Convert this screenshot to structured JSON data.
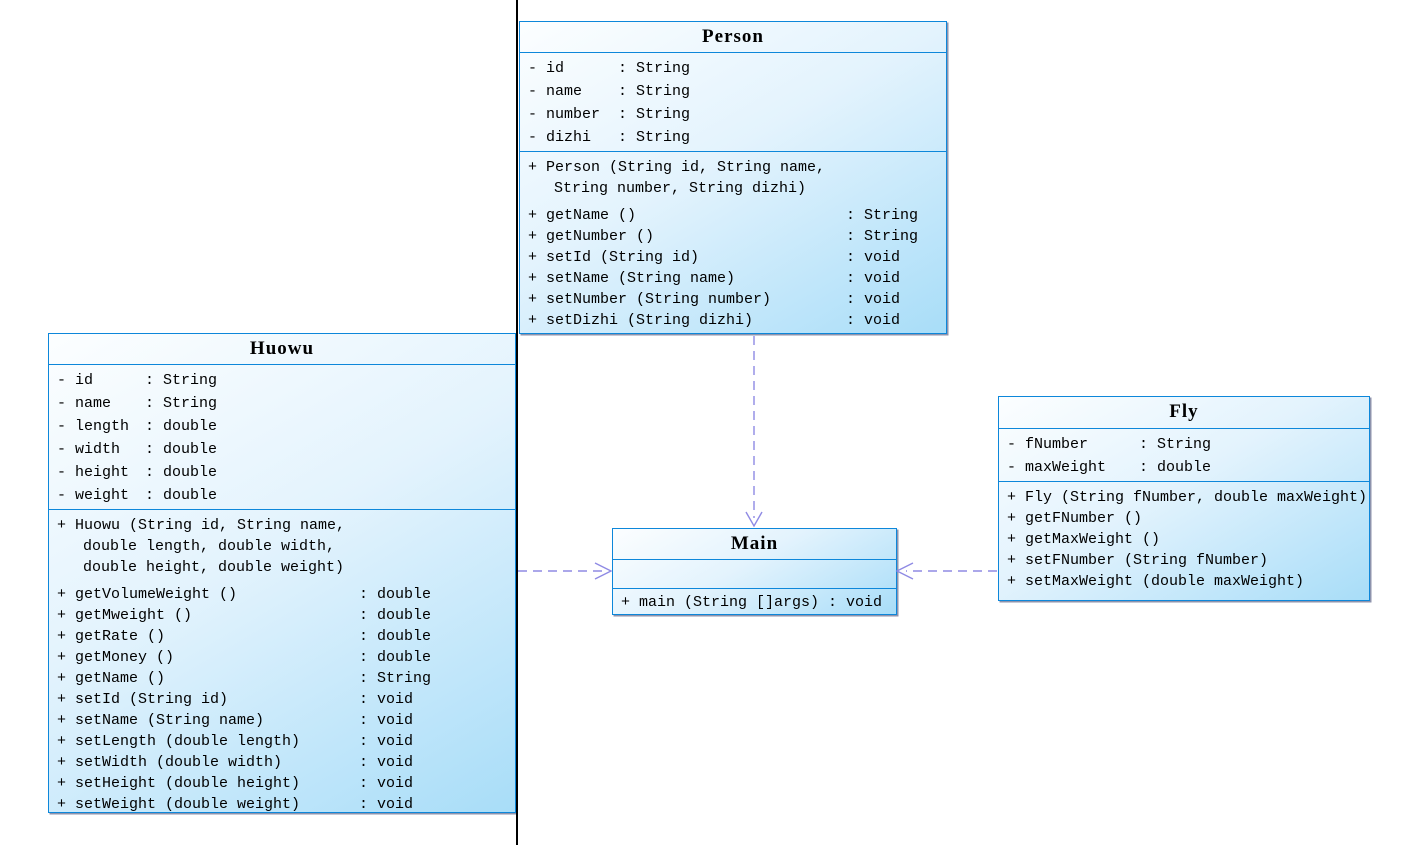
{
  "diagram": {
    "background_color": "#ffffff",
    "box_border_color": "#0d87da",
    "box_fill_light": "#fcfeff",
    "box_fill_dark": "#a8ddf8",
    "arrow_color": "#8f8ae4",
    "page_line_color": "#000000"
  },
  "classes": [
    {
      "id": "person",
      "title": "Person",
      "attributes": [
        {
          "vis": "-",
          "name": "id",
          "type": "String"
        },
        {
          "vis": "-",
          "name": "name",
          "type": "String"
        },
        {
          "vis": "-",
          "name": "number",
          "type": "String"
        },
        {
          "vis": "-",
          "name": "dizhi",
          "type": "String"
        }
      ],
      "methods": [
        {
          "vis": "+",
          "lines": [
            "Person (String id, String name,",
            "String number, String dizhi)"
          ],
          "returns": ""
        },
        {
          "vis": "+",
          "lines": [
            "getName ()"
          ],
          "returns": "String"
        },
        {
          "vis": "+",
          "lines": [
            "getNumber ()"
          ],
          "returns": "String"
        },
        {
          "vis": "+",
          "lines": [
            "setId (String id)"
          ],
          "returns": "void"
        },
        {
          "vis": "+",
          "lines": [
            "setName (String name)"
          ],
          "returns": "void"
        },
        {
          "vis": "+",
          "lines": [
            "setNumber (String number)"
          ],
          "returns": "void"
        },
        {
          "vis": "+",
          "lines": [
            "setDizhi (String dizhi)"
          ],
          "returns": "void"
        }
      ]
    },
    {
      "id": "huowu",
      "title": "Huowu",
      "attributes": [
        {
          "vis": "-",
          "name": "id",
          "type": "String"
        },
        {
          "vis": "-",
          "name": "name",
          "type": "String"
        },
        {
          "vis": "-",
          "name": "length",
          "type": "double"
        },
        {
          "vis": "-",
          "name": "width",
          "type": "double"
        },
        {
          "vis": "-",
          "name": "height",
          "type": "double"
        },
        {
          "vis": "-",
          "name": "weight",
          "type": "double"
        }
      ],
      "methods": [
        {
          "vis": "+",
          "lines": [
            "Huowu (String id, String name,",
            "double length, double width,",
            "double height, double weight)"
          ],
          "returns": ""
        },
        {
          "vis": "+",
          "lines": [
            "getVolumeWeight ()"
          ],
          "returns": "double"
        },
        {
          "vis": "+",
          "lines": [
            "getMweight ()"
          ],
          "returns": "double"
        },
        {
          "vis": "+",
          "lines": [
            "getRate ()"
          ],
          "returns": "double"
        },
        {
          "vis": "+",
          "lines": [
            "getMoney ()"
          ],
          "returns": "double"
        },
        {
          "vis": "+",
          "lines": [
            "getName ()"
          ],
          "returns": "String"
        },
        {
          "vis": "+",
          "lines": [
            "setId (String id)"
          ],
          "returns": "void"
        },
        {
          "vis": "+",
          "lines": [
            "setName (String name)"
          ],
          "returns": "void"
        },
        {
          "vis": "+",
          "lines": [
            "setLength (double length)"
          ],
          "returns": "void"
        },
        {
          "vis": "+",
          "lines": [
            "setWidth (double width)"
          ],
          "returns": "void"
        },
        {
          "vis": "+",
          "lines": [
            "setHeight (double height)"
          ],
          "returns": "void"
        },
        {
          "vis": "+",
          "lines": [
            "setWeight (double weight)"
          ],
          "returns": "void"
        }
      ]
    },
    {
      "id": "fly",
      "title": "Fly",
      "attributes": [
        {
          "vis": "-",
          "name": "fNumber",
          "type": "String"
        },
        {
          "vis": "-",
          "name": "maxWeight",
          "type": "double"
        }
      ],
      "methods": [
        {
          "vis": "+",
          "lines": [
            "Fly (String fNumber, double maxWeight)"
          ],
          "returns": ""
        },
        {
          "vis": "+",
          "lines": [
            "getFNumber ()"
          ],
          "returns": ""
        },
        {
          "vis": "+",
          "lines": [
            "getMaxWeight ()"
          ],
          "returns": ""
        },
        {
          "vis": "+",
          "lines": [
            "setFNumber (String fNumber)"
          ],
          "returns": ""
        },
        {
          "vis": "+",
          "lines": [
            "setMaxWeight (double maxWeight)"
          ],
          "returns": ""
        }
      ]
    },
    {
      "id": "main",
      "title": "Main",
      "attributes": [],
      "methods": [
        {
          "vis": "+",
          "lines": [
            "main (String []args)"
          ],
          "returns": "void",
          "inline_type": true
        }
      ]
    }
  ],
  "relations": [
    {
      "from": "Person",
      "to": "Main",
      "type": "dependency"
    },
    {
      "from": "Huowu",
      "to": "Main",
      "type": "dependency"
    },
    {
      "from": "Fly",
      "to": "Main",
      "type": "dependency"
    }
  ]
}
